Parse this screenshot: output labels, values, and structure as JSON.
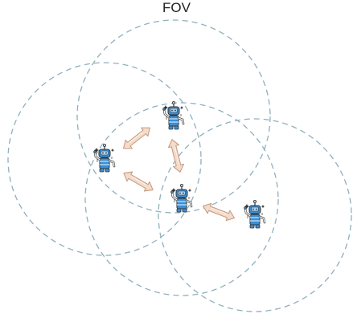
{
  "title": "FOV",
  "colors": {
    "fov_circle": "#8fb0bd",
    "arrow_fill": "#f4dccb",
    "arrow_stroke": "#c69a80",
    "robot_body": "#3b8fd6",
    "robot_light": "#a9d2f2",
    "robot_outline": "#333333",
    "robot_arm": "#f4f4f4"
  },
  "diagram": {
    "fov_circles": 4,
    "robots": 4,
    "links": 4,
    "robot_icon": "robot-icon",
    "link_icon": "double-arrow-icon"
  }
}
